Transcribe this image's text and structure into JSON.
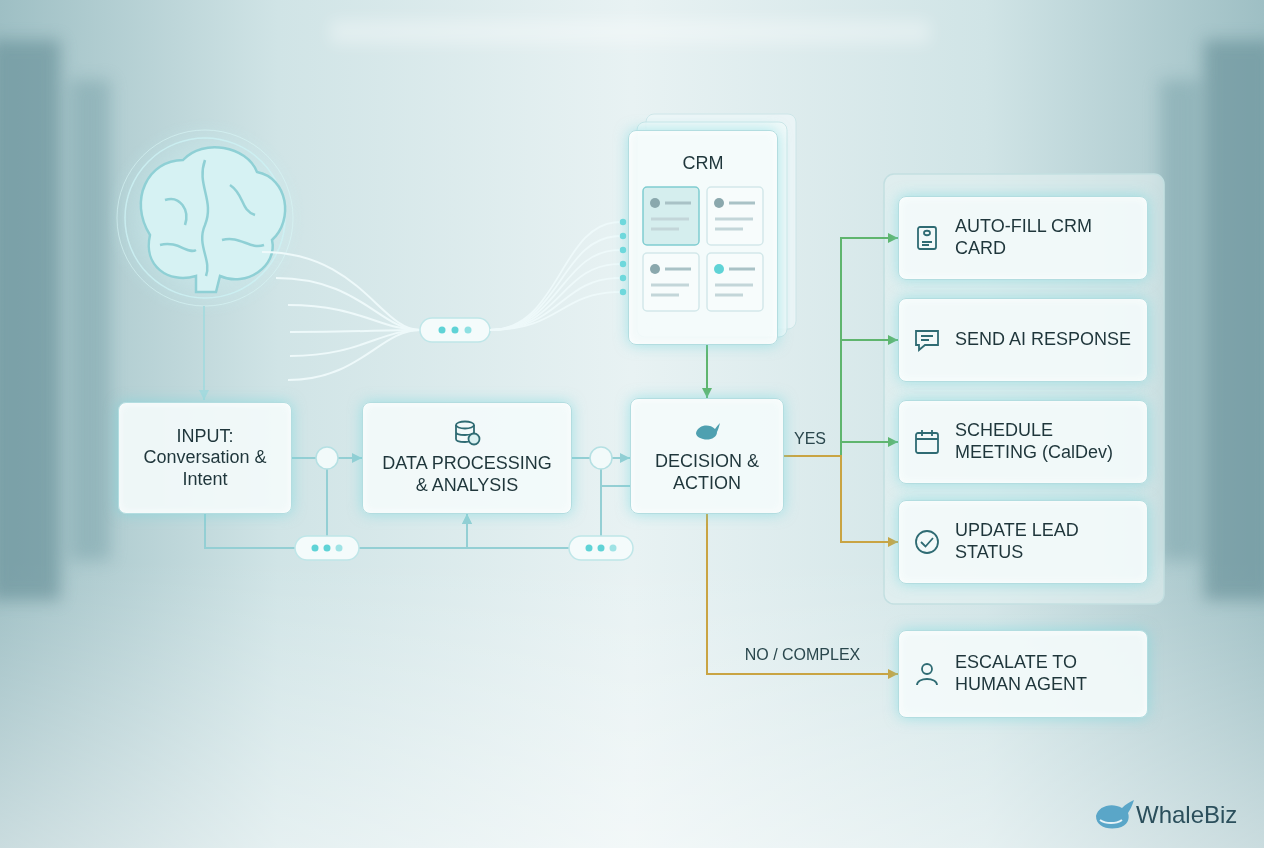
{
  "diagram": {
    "nodes": [
      {
        "text": [
          "INPUT: Conversation & Intent"
        ]
      },
      {
        "text": [
          "DATA PROCESSING & ANALYSIS"
        ]
      },
      {
        "text": [
          "CRM"
        ]
      },
      {
        "text": [
          "DECISION & ACTION"
        ]
      },
      {
        "text": [
          "AUTO-FILL CRM CARD"
        ]
      },
      {
        "text": [
          "SEND AI RESPONSE"
        ]
      },
      {
        "text": [
          "SCHEDULE MEETING (CalDev)"
        ]
      },
      {
        "text": [
          "UPDATE LEAD STATUS"
        ]
      },
      {
        "text": [
          "ESCALATE TO HUMAN AGENT"
        ]
      }
    ],
    "edges": [
      {
        "from": 0,
        "to": 1,
        "arrow": "to"
      },
      {
        "from": 0,
        "to": 1,
        "arrow": "to"
      },
      {
        "from": 1,
        "to": 3,
        "arrow": "to"
      },
      {
        "from": 3,
        "to": 1,
        "arrow": "to"
      },
      {
        "from": 2,
        "to": 3,
        "arrow": "to"
      },
      {
        "from": 3,
        "to": 4,
        "label": "YES",
        "arrow": "to"
      },
      {
        "from": 3,
        "to": 5,
        "arrow": "to"
      },
      {
        "from": 3,
        "to": 6,
        "arrow": "to"
      },
      {
        "from": 3,
        "to": 7,
        "arrow": "to"
      },
      {
        "from": 3,
        "to": 8,
        "label": "NO / COMPLEX",
        "arrow": "to"
      }
    ],
    "labels": [
      "WhaleBiz"
    ]
  }
}
